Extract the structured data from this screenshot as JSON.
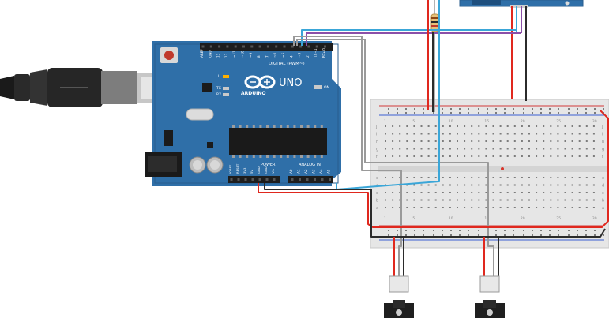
{
  "arduino": {
    "brand": "ARDUINO",
    "model": "UNO",
    "header_digital": "DIGITAL (PWM~)",
    "header_power": "POWER",
    "header_analog": "ANALOG IN",
    "tx_label": "TX",
    "rx_label": "RX",
    "led_label": "L",
    "on_label": "ON",
    "top_pins": [
      "AREF",
      "GND",
      "13",
      "12",
      "~11",
      "~10",
      "~9",
      "8",
      "7",
      "~6",
      "~5",
      "4",
      "~3",
      "2",
      "TX→1",
      "RX←0"
    ],
    "power_pins": [
      "IOREF",
      "RESET",
      "3V3",
      "5V",
      "GND",
      "GND",
      "Vin"
    ],
    "analog_pins": [
      "A0",
      "A1",
      "A2",
      "A3",
      "A4",
      "A5"
    ]
  },
  "breadboard": {
    "row_letters": [
      "j",
      "i",
      "h",
      "g",
      "f",
      "e",
      "d",
      "c",
      "b",
      "a"
    ],
    "col_numbers": [
      "1",
      "5",
      "10",
      "15",
      "20",
      "25",
      "30"
    ]
  },
  "colors": {
    "board_blue": "#2f6fa8",
    "wire_red": "#e0281e",
    "wire_black": "#2b2b2b",
    "wire_blue": "#3aa6d8",
    "wire_purple": "#8b4fa8",
    "wire_gray": "#9a9a9a"
  },
  "icons": [
    "usb-cable-icon",
    "resistor-icon",
    "ultrasonic-sensor-icon",
    "motor-driver-icon"
  ]
}
